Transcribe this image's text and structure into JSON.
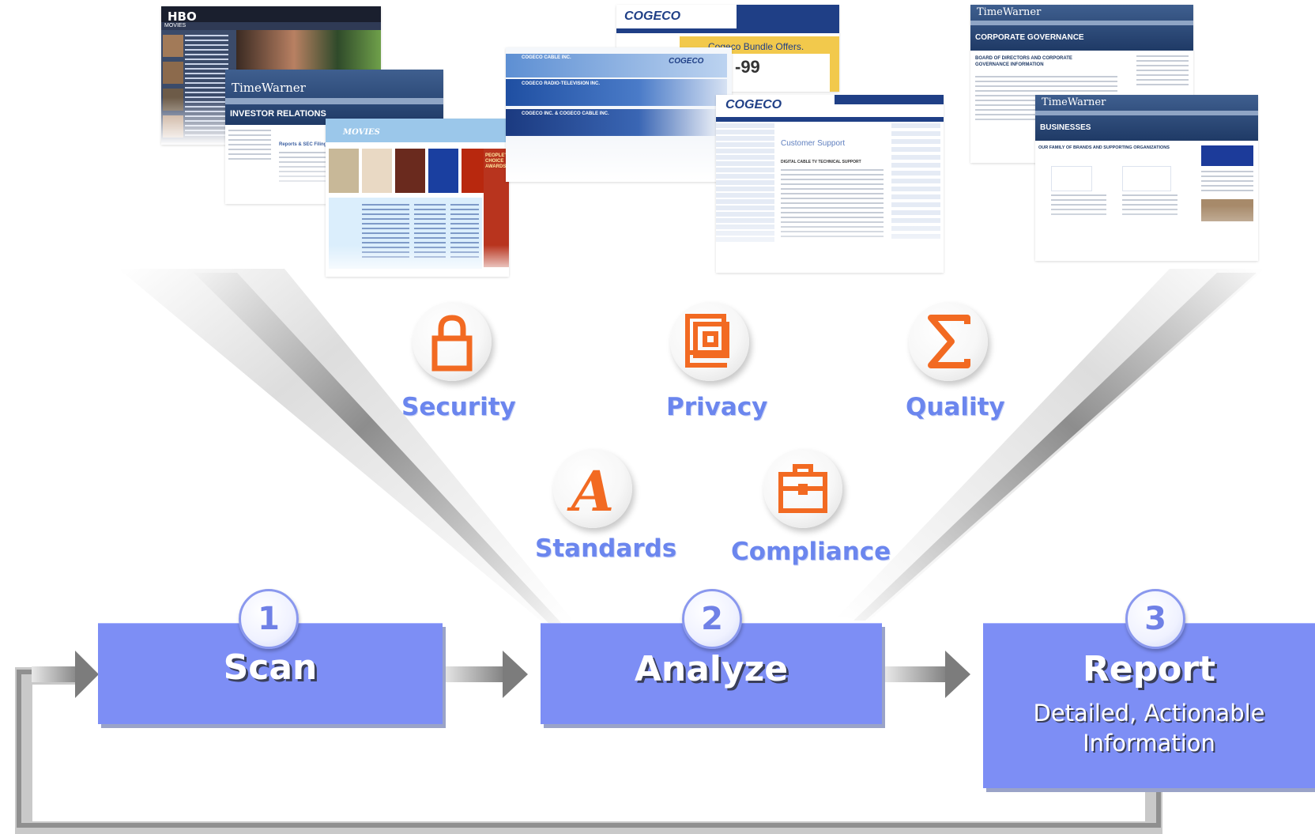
{
  "screenshots": {
    "hbo": {
      "logo": "HBO",
      "section": "MOVIES"
    },
    "tw_investor": {
      "logo": "TimeWarner",
      "banner": "INVESTOR RELATIONS",
      "link": "Reports & SEC Filings"
    },
    "movies": {
      "heading": "MOVIES",
      "ad_text": "PEOPLE'S CHOICE AWARDS"
    },
    "cogeco_bundle": {
      "logo": "COGECO",
      "banner": "Cogeco Bundle Offers.",
      "price": "-99"
    },
    "cogeco_corp": {
      "logo": "COGECO",
      "rows": [
        "COGECO CABLE INC.",
        "COGECO RADIO-TELEVISION INC.",
        "COGECO INC. & COGECO CABLE INC."
      ]
    },
    "cogeco_support": {
      "logo": "COGECO",
      "heading": "Customer Support",
      "subheading": "DIGITAL CABLE TV TECHNICAL SUPPORT"
    },
    "tw_governance": {
      "logo": "TimeWarner",
      "banner": "CORPORATE GOVERNANCE",
      "subheading": "BOARD OF DIRECTORS AND CORPORATE GOVERNANCE INFORMATION"
    },
    "tw_businesses": {
      "logo": "TimeWarner",
      "banner": "BUSINESSES",
      "subheading": "OUR FAMILY OF BRANDS AND SUPPORTING ORGANIZATIONS"
    }
  },
  "icons": [
    {
      "label": "Security",
      "icon": "lock-icon"
    },
    {
      "label": "Privacy",
      "icon": "concentric-squares-icon"
    },
    {
      "label": "Quality",
      "icon": "sigma-icon"
    },
    {
      "label": "Standards",
      "icon": "letter-a-icon"
    },
    {
      "label": "Compliance",
      "icon": "briefcase-icon"
    }
  ],
  "steps": [
    {
      "number": "1",
      "title": "Scan"
    },
    {
      "number": "2",
      "title": "Analyze"
    },
    {
      "number": "3",
      "title": "Report",
      "subtitle_line1": "Detailed, Actionable",
      "subtitle_line2": "Information"
    }
  ],
  "colors": {
    "icon_orange": "#f26a22",
    "label_blue": "#6b86ee",
    "step_box": "#7d8ef5",
    "arrow_gray": "#8a8a8a"
  }
}
